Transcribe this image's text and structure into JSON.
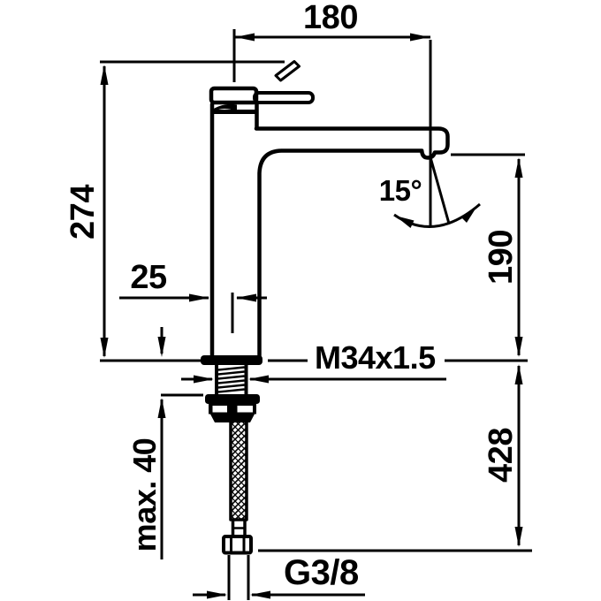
{
  "drawing": {
    "type": "technical-dimension-drawing",
    "subject": "single-lever tall basin mixer faucet, side elevation",
    "colors": {
      "line": "#000000",
      "background": "#ffffff"
    },
    "labels": {
      "spout_projection": "180",
      "fixture_height": "274",
      "body_depth": "25",
      "spray_angle": "15°",
      "spout_height": "190",
      "mounting_thread": "M34x1.5",
      "max_deck_thickness": "max. 40",
      "overall_height": "428",
      "supply_connection": "G3/8"
    }
  }
}
